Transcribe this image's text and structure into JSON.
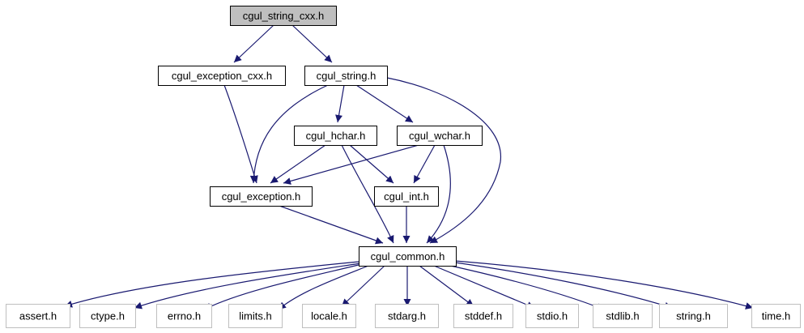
{
  "colors": {
    "edge": "#191970",
    "root_fill": "#bfbfbf",
    "node_border": "#000000",
    "external_border": "#bfbfbf",
    "text": "#000000"
  },
  "nodes": [
    {
      "id": "cgul_string_cxx",
      "label": "cgul_string_cxx.h",
      "style": "root"
    },
    {
      "id": "cgul_exception_cxx",
      "label": "cgul_exception_cxx.h",
      "style": "normal"
    },
    {
      "id": "cgul_string",
      "label": "cgul_string.h",
      "style": "normal"
    },
    {
      "id": "cgul_hchar",
      "label": "cgul_hchar.h",
      "style": "normal"
    },
    {
      "id": "cgul_wchar",
      "label": "cgul_wchar.h",
      "style": "normal"
    },
    {
      "id": "cgul_exception",
      "label": "cgul_exception.h",
      "style": "normal"
    },
    {
      "id": "cgul_int",
      "label": "cgul_int.h",
      "style": "normal"
    },
    {
      "id": "cgul_common",
      "label": "cgul_common.h",
      "style": "normal"
    },
    {
      "id": "assert",
      "label": "assert.h",
      "style": "external"
    },
    {
      "id": "ctype",
      "label": "ctype.h",
      "style": "external"
    },
    {
      "id": "errno",
      "label": "errno.h",
      "style": "external"
    },
    {
      "id": "limits",
      "label": "limits.h",
      "style": "external"
    },
    {
      "id": "locale",
      "label": "locale.h",
      "style": "external"
    },
    {
      "id": "stdarg",
      "label": "stdarg.h",
      "style": "external"
    },
    {
      "id": "stddef",
      "label": "stddef.h",
      "style": "external"
    },
    {
      "id": "stdio",
      "label": "stdio.h",
      "style": "external"
    },
    {
      "id": "stdlib",
      "label": "stdlib.h",
      "style": "external"
    },
    {
      "id": "string",
      "label": "string.h",
      "style": "external"
    },
    {
      "id": "time",
      "label": "time.h",
      "style": "external"
    }
  ],
  "edges": [
    {
      "from": "cgul_string_cxx",
      "to": "cgul_exception_cxx"
    },
    {
      "from": "cgul_string_cxx",
      "to": "cgul_string"
    },
    {
      "from": "cgul_exception_cxx",
      "to": "cgul_exception"
    },
    {
      "from": "cgul_string",
      "to": "cgul_exception"
    },
    {
      "from": "cgul_string",
      "to": "cgul_hchar"
    },
    {
      "from": "cgul_string",
      "to": "cgul_wchar"
    },
    {
      "from": "cgul_string",
      "to": "cgul_common"
    },
    {
      "from": "cgul_hchar",
      "to": "cgul_exception"
    },
    {
      "from": "cgul_hchar",
      "to": "cgul_int"
    },
    {
      "from": "cgul_hchar",
      "to": "cgul_common"
    },
    {
      "from": "cgul_wchar",
      "to": "cgul_exception"
    },
    {
      "from": "cgul_wchar",
      "to": "cgul_int"
    },
    {
      "from": "cgul_wchar",
      "to": "cgul_common"
    },
    {
      "from": "cgul_exception",
      "to": "cgul_common"
    },
    {
      "from": "cgul_int",
      "to": "cgul_common"
    },
    {
      "from": "cgul_common",
      "to": "assert"
    },
    {
      "from": "cgul_common",
      "to": "ctype"
    },
    {
      "from": "cgul_common",
      "to": "errno"
    },
    {
      "from": "cgul_common",
      "to": "limits"
    },
    {
      "from": "cgul_common",
      "to": "locale"
    },
    {
      "from": "cgul_common",
      "to": "stdarg"
    },
    {
      "from": "cgul_common",
      "to": "stddef"
    },
    {
      "from": "cgul_common",
      "to": "stdio"
    },
    {
      "from": "cgul_common",
      "to": "stdlib"
    },
    {
      "from": "cgul_common",
      "to": "string"
    },
    {
      "from": "cgul_common",
      "to": "time"
    }
  ]
}
